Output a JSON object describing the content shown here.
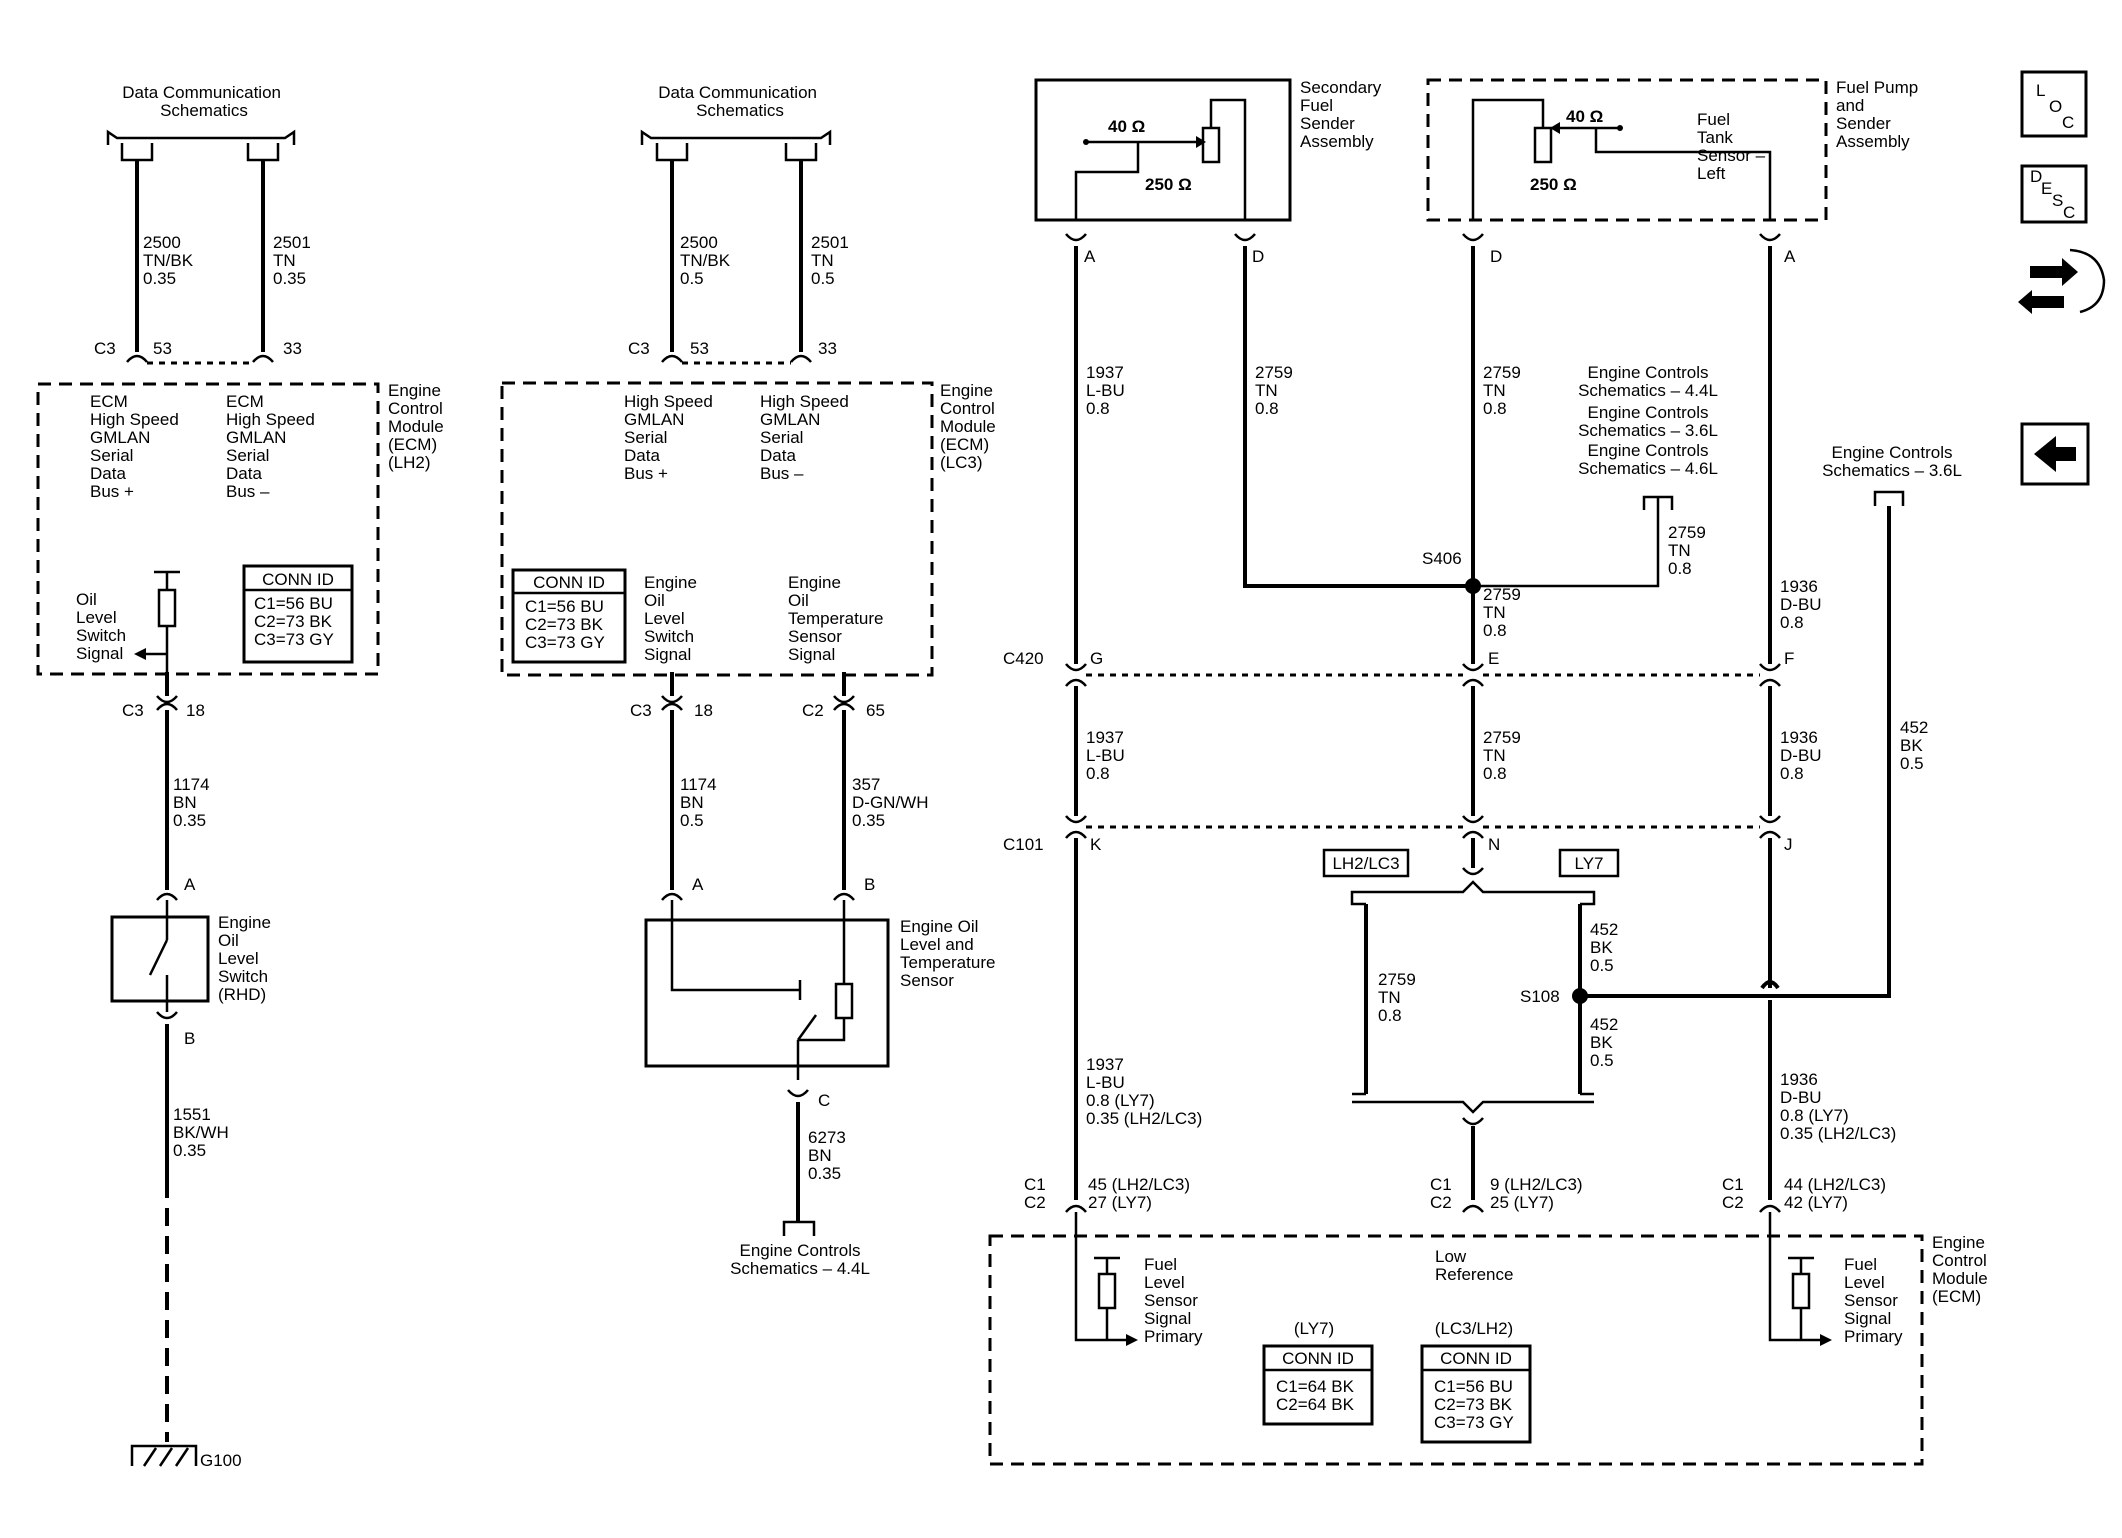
{
  "refs": {
    "dcs_left": [
      "Data Communication",
      "Schematics"
    ],
    "dcs_mid": [
      "Data Communication",
      "Schematics"
    ],
    "ec_44": [
      "Engine Controls",
      "Schematics – 4.4L"
    ],
    "ec_stack": [
      "Engine Controls",
      "Schematics – 4.4L",
      "Engine Controls",
      "Schematics – 3.6L",
      "Engine Controls",
      "Schematics – 4.6L"
    ],
    "ec_36": [
      "Engine Controls",
      "Schematics – 3.6L"
    ],
    "ground": "G100"
  },
  "modules": {
    "ecm_lh2": [
      "Engine",
      "Control",
      "Module",
      "(ECM)",
      "(LH2)"
    ],
    "ecm_lc3": [
      "Engine",
      "Control",
      "Module",
      "(ECM)",
      "(LC3)"
    ],
    "ecm_main": [
      "Engine",
      "Control",
      "Module",
      "(ECM)"
    ],
    "ecm_hs_plus": [
      "ECM",
      "High Speed",
      "GMLAN",
      "Serial",
      "Data",
      "Bus +"
    ],
    "ecm_hs_minus": [
      "ECM",
      "High Speed",
      "GMLAN",
      "Serial",
      "Data",
      "Bus –"
    ],
    "hs_plus": [
      "High Speed",
      "GMLAN",
      "Serial",
      "Data",
      "Bus +"
    ],
    "hs_minus": [
      "High Speed",
      "GMLAN",
      "Serial",
      "Data",
      "Bus –"
    ],
    "oil_level_signal": [
      "Oil",
      "Level",
      "Switch",
      "Signal"
    ],
    "oil_level_signal_b": [
      "Engine",
      "Oil",
      "Level",
      "Switch",
      "Signal"
    ],
    "oil_temp_signal": [
      "Engine",
      "Oil",
      "Temperature",
      "Sensor",
      "Signal"
    ],
    "fuel_sig_left": [
      "Fuel",
      "Level",
      "Sensor",
      "Signal",
      "Primary"
    ],
    "fuel_sig_right": [
      "Fuel",
      "Level",
      "Sensor",
      "Signal",
      "Primary"
    ],
    "low_ref": [
      "Low",
      "Reference"
    ]
  },
  "conn_id": {
    "title": "CONN ID",
    "lh2": [
      "C1=56 BU",
      "C2=73 BK",
      "C3=73 GY"
    ],
    "lc3": [
      "C1=56 BU",
      "C2=73 BK",
      "C3=73 GY"
    ],
    "ly7_label": "(LY7)",
    "ly7": [
      "C1=64 BK",
      "C2=64 BK"
    ],
    "lc3lh2_label": "(LC3/LH2)",
    "lc3lh2": [
      "C1=56 BU",
      "C2=73 BK",
      "C3=73 GY"
    ]
  },
  "components": {
    "oil_switch": [
      "Engine",
      "Oil",
      "Level",
      "Switch",
      "(RHD)"
    ],
    "oil_sensor": [
      "Engine Oil",
      "Level and",
      "Temperature",
      "Sensor"
    ],
    "secondary_sender": [
      "Secondary",
      "Fuel",
      "Sender",
      "Assembly"
    ],
    "pump_sender": [
      "Fuel Pump",
      "and",
      "Sender",
      "Assembly"
    ],
    "tank_sensor": [
      "Fuel",
      "Tank",
      "Sensor –",
      "Left"
    ],
    "ohm40": "40 Ω",
    "ohm250": "250 Ω"
  },
  "wires": {
    "w2500_a": [
      "2500",
      "TN/BK",
      "0.35"
    ],
    "w2501_a": [
      "2501",
      "TN",
      "0.35"
    ],
    "w2500_b": [
      "2500",
      "TN/BK",
      "0.5"
    ],
    "w2501_b": [
      "2501",
      "TN",
      "0.5"
    ],
    "w1174_a": [
      "1174",
      "BN",
      "0.35"
    ],
    "w1174_b": [
      "1174",
      "BN",
      "0.5"
    ],
    "w357": [
      "357",
      "D-GN/WH",
      "0.35"
    ],
    "w1551": [
      "1551",
      "BK/WH",
      "0.35"
    ],
    "w6273": [
      "6273",
      "BN",
      "0.35"
    ],
    "w1937_top": [
      "1937",
      "L-BU",
      "0.8"
    ],
    "w2759_top": [
      "2759",
      "TN",
      "0.8"
    ],
    "w2759_top2": [
      "2759",
      "TN",
      "0.8"
    ],
    "w2759_ec": [
      "2759",
      "TN",
      "0.8"
    ],
    "w2759_s406": [
      "2759",
      "TN",
      "0.8"
    ],
    "w1936_top": [
      "1936",
      "D-BU",
      "0.8"
    ],
    "w1937_mid": [
      "1937",
      "L-BU",
      "0.8"
    ],
    "w2759_mid": [
      "2759",
      "TN",
      "0.8"
    ],
    "w1936_mid": [
      "1936",
      "D-BU",
      "0.8"
    ],
    "w452_r": [
      "452",
      "BK",
      "0.5"
    ],
    "w452_top": [
      "452",
      "BK",
      "0.5"
    ],
    "w452_bot": [
      "452",
      "BK",
      "0.5"
    ],
    "w2759_opt": [
      "2759",
      "TN",
      "0.8"
    ],
    "w1937_bot": [
      "1937",
      "L-BU",
      "0.8 (LY7)",
      "0.35 (LH2/LC3)"
    ],
    "w1936_bot": [
      "1936",
      "D-BU",
      "0.8 (LY7)",
      "0.35 (LH2/LC3)"
    ]
  },
  "connectors": {
    "c3": "C3",
    "c2": "C2",
    "c1": "C1",
    "c420": "C420",
    "c101": "C101",
    "p53": "53",
    "p33": "33",
    "p18": "18",
    "p65": "65",
    "pA": "A",
    "pB": "B",
    "pC": "C",
    "pD": "D",
    "pG": "G",
    "pE": "E",
    "pF": "F",
    "pK": "K",
    "pN": "N",
    "pJ": "J",
    "ecm_l": [
      "45 (LH2/LC3)",
      "27 (LY7)"
    ],
    "ecm_m": [
      "9 (LH2/LC3)",
      "25 (LY7)"
    ],
    "ecm_r": [
      "44 (LH2/LC3)",
      "42 (LY7)"
    ]
  },
  "splices": {
    "s406": "S406",
    "s108": "S108"
  },
  "options": {
    "lh2lc3": "LH2/LC3",
    "ly7": "LY7"
  },
  "nav": {
    "loc": [
      "L",
      "O",
      "C"
    ],
    "desc": [
      "D",
      "E",
      "S",
      "C"
    ]
  }
}
